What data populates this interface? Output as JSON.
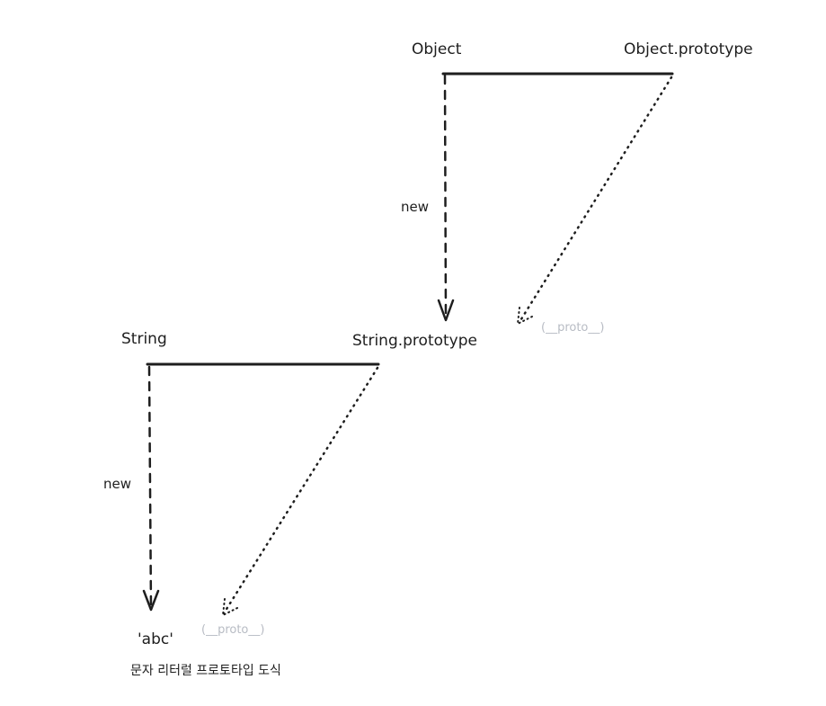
{
  "nodes": {
    "object": "Object",
    "object_prototype": "Object.prototype",
    "string": "String",
    "string_prototype": "String.prototype",
    "abc_literal": "'abc'"
  },
  "edges": {
    "new_object": "new",
    "new_string": "new",
    "proto_upper": "(__proto__)",
    "proto_lower": "(__proto__)"
  },
  "caption": "문자 리터럴 프로토타입 도식",
  "colors": {
    "ink": "#1e1e1e",
    "muted_label": "#b8bcc4",
    "background": "#ffffff"
  }
}
